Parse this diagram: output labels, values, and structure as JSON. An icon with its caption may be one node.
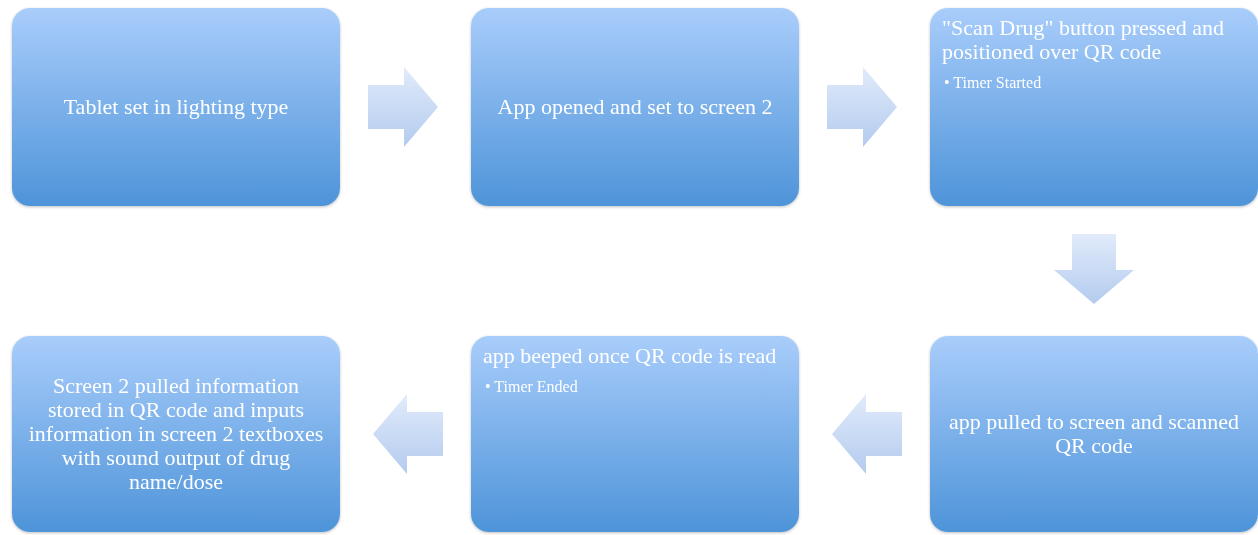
{
  "diagram": {
    "nodes": [
      {
        "text": [
          "Tablet set in lighting type"
        ]
      },
      {
        "text": [
          "App opened and set to screen 2"
        ]
      },
      {
        "text": [
          "\"Scan Drug\" button pressed and positioned over QR code",
          "• Timer Started"
        ]
      },
      {
        "text": [
          "app pulled to screen and scanned QR code"
        ]
      },
      {
        "text": [
          "app beeped once QR code is read",
          "• Timer Ended"
        ]
      },
      {
        "text": [
          "Screen 2 pulled information stored in QR code and inputs information in screen 2 textboxes with sound output of drug name/dose"
        ]
      }
    ],
    "edges": [
      {
        "from": 0,
        "to": 1,
        "arrow": "to"
      },
      {
        "from": 1,
        "to": 2,
        "arrow": "to"
      },
      {
        "from": 2,
        "to": 3,
        "arrow": "to"
      },
      {
        "from": 3,
        "to": 4,
        "arrow": "to"
      },
      {
        "from": 4,
        "to": 5,
        "arrow": "to"
      }
    ]
  }
}
